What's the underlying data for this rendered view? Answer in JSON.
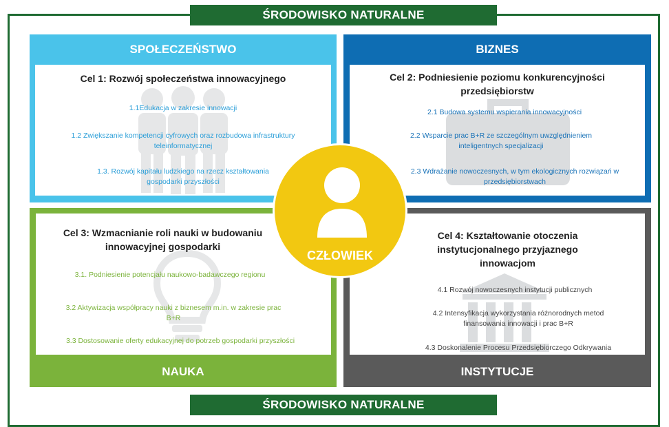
{
  "environment": {
    "top_label": "ŚRODOWISKO NATURALNE",
    "bottom_label": "ŚRODOWISKO NATURALNE"
  },
  "center": {
    "label": "CZŁOWIEK",
    "icon": "person-icon"
  },
  "quadrants": [
    {
      "header": "SPOŁECZEŃSTWO",
      "color": "#4ac3ea",
      "item_color": "#2a9ed8",
      "icon": "people-icon",
      "goal": "Cel 1: Rozwój społeczeństwa innowacyjnego",
      "items": [
        "1.1Edukacja w zakresie innowacji",
        "1.2 Zwiększanie kompetencji cyfrowych oraz rozbudowa infrastruktury teleinformatycznej",
        "1.3. Rozwój kapitału ludzkiego na rzecz kształtowania gospodarki przyszłości"
      ]
    },
    {
      "header": "BIZNES",
      "color": "#0e6db3",
      "item_color": "#1a73b8",
      "icon": "briefcase-icon",
      "goal": "Cel 2: Podniesienie poziomu konkurencyjności przedsiębiorstw",
      "items": [
        "2.1 Budowa systemu wspierania innowacyjności",
        "2.2 Wsparcie prac B+R ze szczególnym uwzględnieniem inteligentnych specjalizacji",
        "2.3 Wdrażanie nowoczesnych, w tym ekologicznych rozwiązań w przedsiębiorstwach"
      ]
    },
    {
      "header": "NAUKA",
      "color": "#7bb33b",
      "item_color": "#7bb33b",
      "icon": "lightbulb-icon",
      "goal": "Cel 3: Wzmacnianie roli nauki w budowaniu innowacyjnej gospodarki",
      "items": [
        "3.1. Podniesienie potencjału naukowo-badawczego regionu",
        "3.2 Aktywizacja współpracy nauki z biznesem m.in. w zakresie prac B+R",
        "3.3 Dostosowanie oferty edukacyjnej do potrzeb gospodarki przyszłości"
      ]
    },
    {
      "header": "INSTYTUCJE",
      "color": "#5a5a5a",
      "item_color": "#444444",
      "icon": "institution-icon",
      "goal": "Cel 4: Kształtowanie otoczenia instytucjonalnego przyjaznego innowacjom",
      "items": [
        "4.1 Rozwój nowoczesnych instytucji publicznych",
        "4.2 Intensyfikacja wykorzystania różnorodnych metod finansowania innowacji i prac B+R",
        "4.3 Doskonalenie Procesu Przedsiębiorczego Odkrywania"
      ]
    }
  ]
}
